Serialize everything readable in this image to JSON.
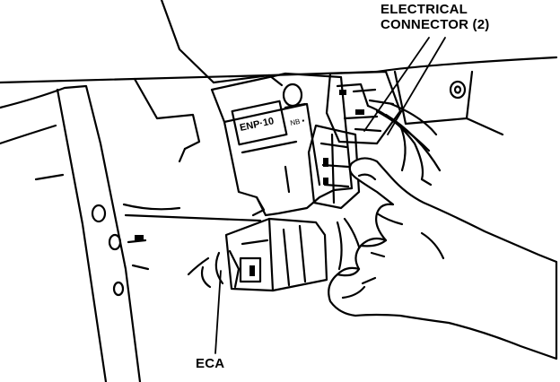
{
  "labels": {
    "electrical_connector_line1": "ELECTRICAL",
    "electrical_connector_line2": "CONNECTOR (2)",
    "eca": "ECA"
  },
  "module_markings": {
    "part_text": "ENP·10",
    "small_text": "NB ▪"
  },
  "colors": {
    "ink": "#000000",
    "paper": "#ffffff"
  }
}
